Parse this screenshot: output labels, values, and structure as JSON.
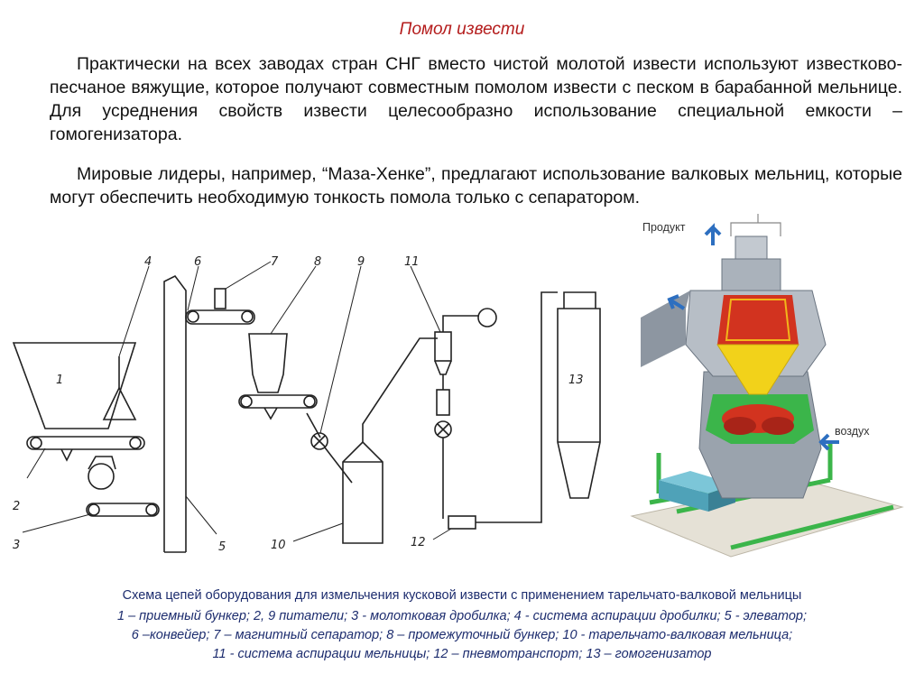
{
  "slide": {
    "title": "Помол извести",
    "paragraph1": "Практически на всех заводах стран СНГ вместо чистой молотой извести используют известково-песчаное вяжущие, которое получают совместным помолом извести с песком в барабанной мельнице. Для усреднения свойств извести целесообразно использование специальной емкости – гомогенизатора.",
    "paragraph2": "Мировые лидеры, например, “Маза-Хенке”, предлагают использование валковых мельниц, которые могут обеспечить необходимую тонкость помола только с сепаратором."
  },
  "scheme": {
    "labels": [
      "1",
      "2",
      "3",
      "4",
      "5",
      "6",
      "7",
      "8",
      "9",
      "10",
      "11",
      "12",
      "13"
    ]
  },
  "mill": {
    "label_product": "Продукт",
    "label_air": "воздух"
  },
  "caption": {
    "line1": "Схема цепей оборудования для измельчения кусковой извести с применением тарельчато-валковой мельницы",
    "line2": "1 – приемный бункер; 2, 9 питатели; 3 - молотковая дробилка; 4 - система аспирации дробилки; 5 - элеватор;",
    "line3": "6 –конвейер; 7 – магнитный сепаратор; 8 – промежуточный бункер; 10 - тарельчато-валковая мельница;",
    "line4": "11 - система аспирации мельницы; 12 – пневмотранспорт; 13 – гомогенизатор"
  },
  "colors": {
    "title": "#b41c1c",
    "caption": "#1c2c6e",
    "mill_body": "#9aa3ad",
    "mill_yellow": "#f2d21a",
    "mill_red": "#d2331f",
    "mill_green": "#3bb54a",
    "arrow_blue": "#2d6fc0"
  }
}
